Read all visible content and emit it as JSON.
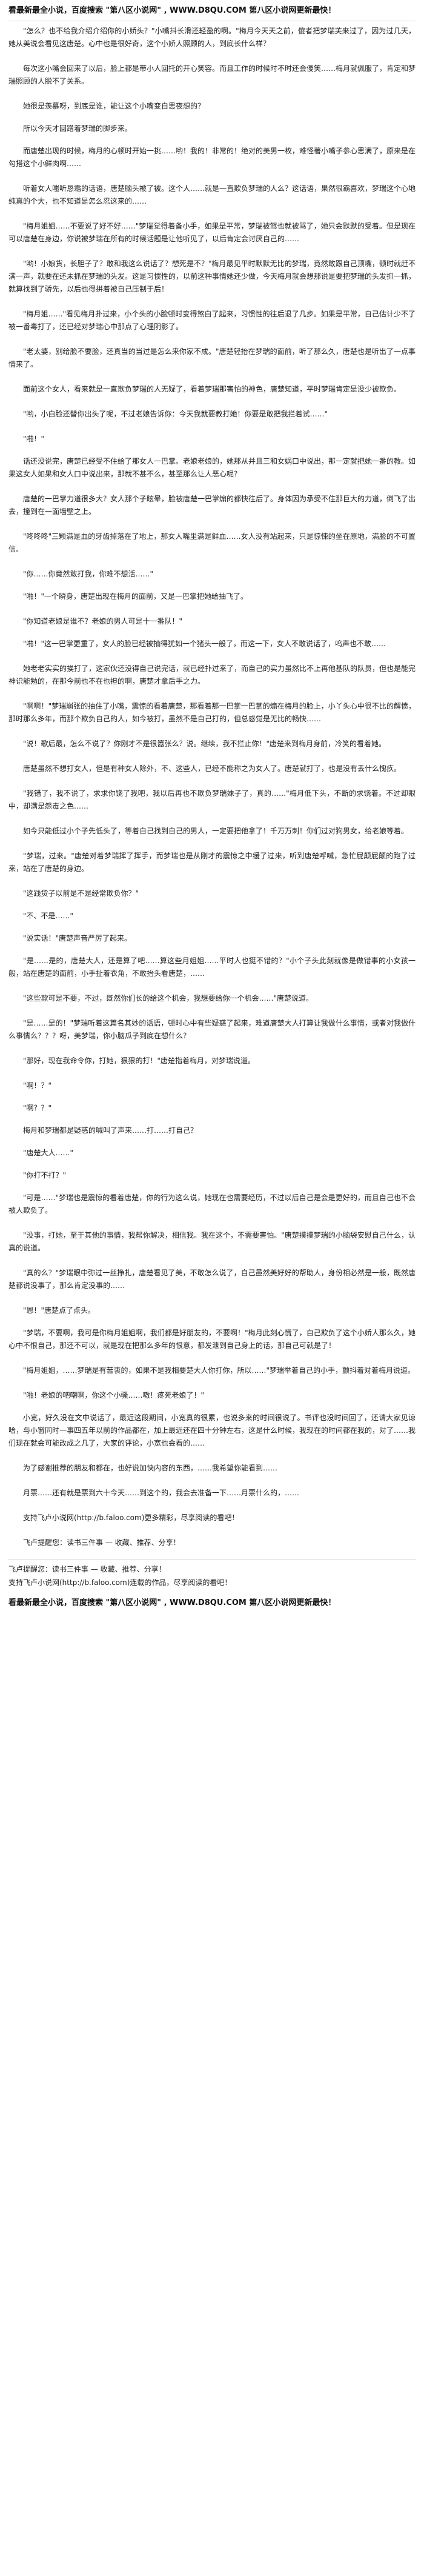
{
  "banner_top": "看最新最全小说，百度搜索 \"第八区小说网\" , WWW.D8QU.COM 第八区小说网更新最快！",
  "banner_bottom": "看最新最全小说，百度搜索 \"第八区小说网\" , WWW.D8QU.COM 第八区小说网更新最快！",
  "paragraphs": [
    "\"怎么？也不给我介绍介绍你的小娇头？\"小嘴抖长滑还轻盈的啊。\"梅月今天天之前，傻者把梦瑞芙来过了，因为过几天，她从美说会看见这唐楚。心中也是很好奇，这个小娇人照顾的人，到底长什么样？",
    "每次这小嘴会回来了以后，脸上都是带小人回托的开心笑容。而且工作的时候时不时还会傻笑……梅月就佩服了，肯定和梦瑞照顾的人脱不了关系。",
    "她很是羡慕呀，到底是谁，能让这个小嘴变自思夜想的？",
    "所以今天才回蹭着梦瑞的脚步来。",
    "而唐楚出现的时候，梅月的心顿时开始一挑……哟！我的！非常的！绝对的美男一枚，难怪著小嘴子参心思满了，原来是在勾搭这个小鲜肉啊……",
    "听着女人嗤听恳霜的话语，唐楚脑头被了被。这个人……就是一直欺负梦瑞的人么？这话语，果然很霸喜欢，梦瑞这个心地纯真的个大，也不知道是怎么忍这来的……",
    "\"梅月姐姐……不要说了好不好……\"梦瑞觉得着备小手，如果是平常，梦瑞被驾也就被骂了，她只会默默的受着。但是现在可以唐楚在身边，你说被梦瑞在所有的时候话题是让他听见了，以后肯定会讨厌自己的……",
    "\"哟！小娘货，长胆子了？敢和我这么说话了？想死是不？\"梅月最见平时默默无比的梦瑞，竟然敢跟自己顶嘴，顿时就赶不满一声，就要在还未抓在梦瑞的头发。这是习惯性的，以前这种事情她还少做，今天梅月就会想那说是要把梦瑞的头发抓一抓，就算找到了骄先，以后也得拼着被自己压制于后！",
    "\"梅月姐……\"看见梅月扑过来，小个头的小脸顿时变得煞白了起来，习惯性的往后退了几步。如果是平常，自己估计少不了被一番毒打了，还已经对梦瑞心中那点了心理阴影了。",
    "\"老太婆，别给脸不要脸，还真当的当过是怎么来你家不成。\"唐楚轻抬在梦瑞的面前，听了那么久，唐楚也是听出了一点事情来了。",
    "面前这个女人，看来就是一直欺负梦瑞的人无疑了，看着梦瑞那害怕的神色，唐楚知道，平时梦瑞肯定是没少被欺负。",
    "\"哟，小白脸还替你出头了呢，不过老娘告诉你：今天我就要教打她！你要是敢把我拦着试……\"",
    "\"啪！\"",
    "话还没说完，唐楚已经受不住给了那女人一巴掌。老娘老娘的，她那从并且三和女娲口中说出，那一定就把她一番的教。如果这女人如果和女人口中说出来，那就不甚不么，甚至那么让人恶心呢？",
    "唐楚的一巴掌力道很多大？女人那个子眩晕，脸被唐楚一巴掌煽的都快往后了。身体因为承受不住那巨大的力道，倒飞了出去，撞到在一面墙壁之上。",
    "\"咚咚咚\"三颗满是血的牙齿掉落在了地上，那女人嘴里满是鲜血……女人没有站起来，只是惊悚的坐在原地，满脸的不可置信。",
    "\"你……你竟然敢打我，你难不想活……\"",
    "\"啪！\"一个瞬身，唐楚出现在梅月的面前，又是一巴掌把她给抽飞了。",
    "\"你知道老娘是谁不？老娘的男人可是十一番队！\"",
    "\"啪！\"这一巴掌更重了，女人的脸已经被抽得犹如一个猪头一般了，而这一下，女人不敢说话了，呜声也不敢……",
    "她老老实实的挨打了，这家伙还没得自己说完话，就已经扑过来了，而自己的实力虽然比不上再他基队的队员，但也是能完神识能勉的，在那今前也不在也担的啊，唐楚才拿后手之力。",
    "\"啊啊！\"梦瑞崩张的抽住了小嘴，震惊的看着唐楚，那看着那一巴掌一巴掌的煽在梅月的脸上，小丫头心中很不比的解愤，那时那么多年，而那个欺负自己的人，如今被打，虽然不是自己打的，但总感觉是无比的畅快……",
    "\"说！歌后最，怎么不说了？你刚才不是很嚣张么？说。继续，我不拦止你！\"唐楚来到梅月身前，冷笑的看着她。",
    "唐楚虽然不想打女人，但是有种女人除外，不、这些人，已经不能称之为女人了。唐楚就打了，也是没有丢什么愧疚。",
    "\"我错了，我不说了，求求你饶了我吧，我以后再也不欺负梦瑞妹子了，真的……\"梅月低下头，不断的求饶着。不过却眼中，却满是怨毒之色……",
    "如今只能低过小个子先低头了，等着自己找到自己的男人，一定要把他拿了！千万万刺！你们过对狗男女，给老娘等着。",
    "\"梦瑞，过来。\"唐楚对着梦瑞挥了挥手，而梦瑞也是从刚才的震惊之中缓了过来，听到唐楚呼喊，急忙屁颠屁颠的跑了过来，站在了唐楚的身边。",
    "\"这践货子以前是不是经常欺负你？\"",
    "\"不、不是……\"",
    "\"说实话！\"唐楚声音严厉了起来。",
    "\"是……是的，唐楚大人，还是算了吧……算这些月姐姐……平时人也挺不错的？\"小个子头此刻就像是做错事的小女孩一般，站在唐楚的面前，小手扯着衣角，不敢抬头看唐楚，……",
    "\"这些欺可是不要，不过，既然你们长的给这个机会，我想要给你一个机会……\"唐楚说道。",
    "\"是……是的！\"梦瑞听着这篇名其妙的话语，顿时心中有些疑惑了起来，难道唐楚大人打算让我做什么事情，或者对我做什么事情么？？？呀，美梦瑞，你小脑瓜子到底在想什么？",
    "\"那好，现在我命令你，打她，狠狠的打！\"唐楚指着梅月，对梦瑞说道。",
    "\"啊！？\"",
    "\"啊？？\"",
    "梅月和梦瑞都是疑惑的喊叫了声来……打……打自己？",
    "\"唐楚大人……\"",
    "\"你打不打？\"",
    "\"可是……\"梦瑞也是震惊的看着唐楚，你的行为这么说，她现在也需要经历，不过以后自己是会是更好的，而且自己也不会被人欺负了。",
    "\"没事，打她，至于其他的事情，我帮你解决，相信我。我在这个，不需要害怕。\"唐楚摸摸梦瑞的小脑袋安慰自己什么，认真的说道。",
    "\"真的么？\"梦瑞眼中弥过一丝挣扎，唐楚看见了美，不敢怎么说了，自己虽然美好好的帮助人，身份相必然是一般，既然唐楚都说没事了，那么肯定没事的……",
    "\"恩！\"唐楚点了点头。",
    "\"梦瑞，不要啊，我可是你梅月姐姐啊，我们都是好朋友的，不要啊！\"梅月此刻心慌了，自己欺负了这个小娇人那么久，她心中不恨自己，那还不可以，就是现在把那么多年的恨意，都发泄到自己身上的话，那自己可就是了！",
    "\"梅月姐姐，……梦瑞是有苦衷的，如果不是我相要楚大人你打你，所以……\"梦瑞举着自己的小手，颤抖着对着梅月说道。",
    "\"啪！老娘的吧嘲啊，你这个小骚……嗷！疼死老娘了！\"",
    "小宽，好久没在文中说话了，最近这段期间，小宽真的很累，也说多来的时间很说了。书评也没时间回了，还请大家见谅哈，与小窗同时一事四五年以前的作品都在，加上最近还在四十分钟左右，这是什么时候，我现在的时间都在我的，对了……我们现在就会可能改成之几了，大家的评论，小宽也会看的……",
    "为了感谢推荐的朋友和都在，也好说加快内容的东西，……我希望你能看到……",
    "月票……还有就是票到六十今天……到这个的，我会去准备一下……月票什么的，……",
    "支持飞卢小说网(http://b.faloo.com)更多精彩，尽享阅读的看吧！",
    "飞卢提醒您：读书三件事 — 收藏、推荐、分享！"
  ],
  "footer": {
    "line1": "飞卢提醒您：读书三件事 — 收藏、推荐、分享！",
    "line2": "支持飞卢小说网(http://b.faloo.com)连载的作品，尽享阅读的看吧！"
  }
}
